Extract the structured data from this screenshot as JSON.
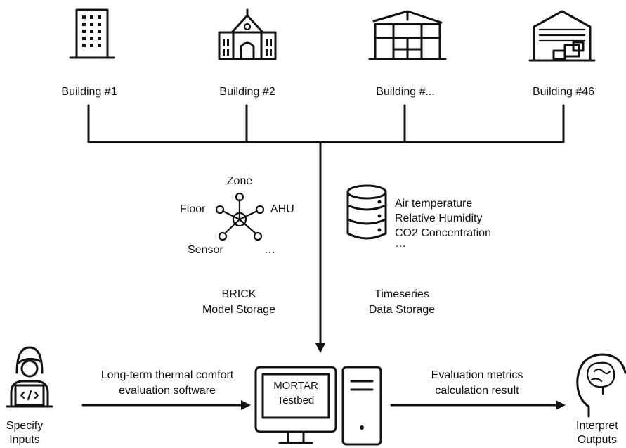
{
  "buildings": [
    {
      "label": "Building #1",
      "icon": "office-tower-icon"
    },
    {
      "label": "Building #2",
      "icon": "school-building-icon"
    },
    {
      "label": "Building #...",
      "icon": "modern-building-icon"
    },
    {
      "label": "Building #46",
      "icon": "warehouse-icon"
    }
  ],
  "brick_graph": {
    "nodes": [
      "Zone",
      "Floor",
      "AHU",
      "Sensor",
      "…"
    ],
    "storage_label": "BRICK\nModel Storage"
  },
  "timeseries": {
    "items": [
      "Air temperature",
      "Relative Humidity",
      "CO2 Concentration",
      "…"
    ],
    "storage_label": "Timeseries\nData Storage"
  },
  "input": {
    "actor_label": "Specify\nInputs",
    "arrow_label": "Long-term thermal comfort\nevaluation software"
  },
  "testbed": {
    "screen_text": "MORTAR\nTestbed"
  },
  "output": {
    "arrow_label": "Evaluation metrics\ncalculation result",
    "actor_label": "Interpret\nOutputs"
  }
}
